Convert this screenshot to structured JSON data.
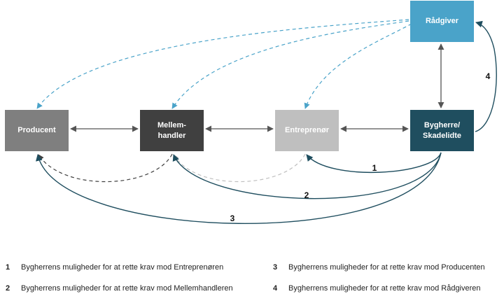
{
  "boxes": {
    "producent": "Producent",
    "mellem_line1": "Mellem-",
    "mellem_line2": "handler",
    "entreprenor": "Entreprenør",
    "bygherre_line1": "Bygherre/",
    "bygherre_line2": "Skadelidte",
    "raadgiver": "Rådgiver"
  },
  "arrow_labels": [
    "1",
    "2",
    "3",
    "4"
  ],
  "legend": [
    {
      "num": "1",
      "text": "Bygherrens muligheder for at rette krav mod Entreprenøren"
    },
    {
      "num": "2",
      "text": "Bygherrens muligheder for at rette krav mod Mellemhandleren"
    },
    {
      "num": "3",
      "text": "Bygherrens muligheder for at rette krav mod Producenten"
    },
    {
      "num": "4",
      "text": "Bygherrens muligheder for at rette krav mod Rådgiveren"
    }
  ],
  "colors": {
    "producent": "#7f7f7f",
    "mellemhandler": "#404040",
    "entreprenor": "#bfbfbf",
    "bygherre": "#1f4e5f",
    "raadgiver": "#4aa3c9",
    "claim_arrow": "#1f4e5f",
    "dashed_advisor": "#4aa3c9"
  }
}
